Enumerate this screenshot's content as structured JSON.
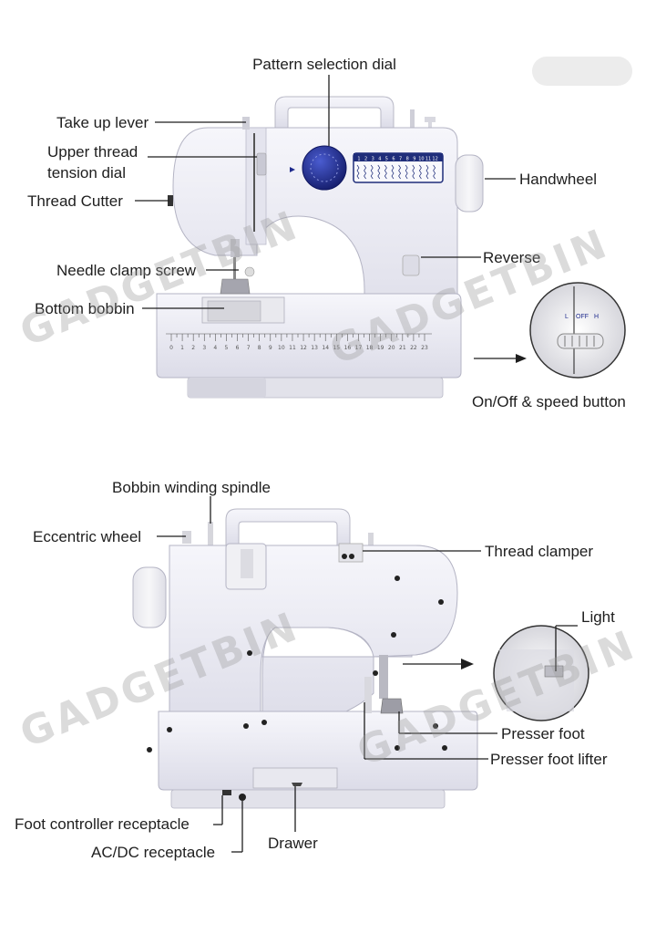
{
  "top_labels": {
    "pattern_dial": "Pattern selection dial",
    "take_up_lever": "Take up lever",
    "upper_tension_1": "Upper thread",
    "upper_tension_2": "tension dial",
    "thread_cutter": "Thread Cutter",
    "handwheel": "Handwheel",
    "reverse": "Reverse",
    "needle_clamp": "Needle clamp screw",
    "bottom_bobbin": "Bottom bobbin",
    "onoff": "On/Off & speed button"
  },
  "switch_marks": {
    "l": "L",
    "off": "OFF",
    "h": "H"
  },
  "bottom_labels": {
    "bobbin_spindle": "Bobbin winding spindle",
    "eccentric": "Eccentric wheel",
    "thread_clamper": "Thread clamper",
    "light": "Light",
    "presser_foot": "Presser foot",
    "presser_lifter": "Presser foot lifter",
    "foot_receptacle": "Foot controller receptacle",
    "acdc": "AC/DC receptacle",
    "drawer": "Drawer"
  },
  "watermark": "GADGETBIN",
  "ruler_numbers": [
    "0",
    "1",
    "2",
    "3",
    "4",
    "5",
    "6",
    "7",
    "8",
    "9",
    "10",
    "11",
    "12",
    "13",
    "14",
    "15",
    "16",
    "17",
    "18",
    "19",
    "20",
    "21",
    "22",
    "23"
  ],
  "stitch_numbers": [
    "1",
    "2",
    "3",
    "4",
    "5",
    "6",
    "7",
    "8",
    "9",
    "10",
    "11",
    "12"
  ],
  "colors": {
    "body": "#eeeef6",
    "dial": "#1e2a8c",
    "panel": "#1f2d7a",
    "line": "#1e1e1e"
  }
}
